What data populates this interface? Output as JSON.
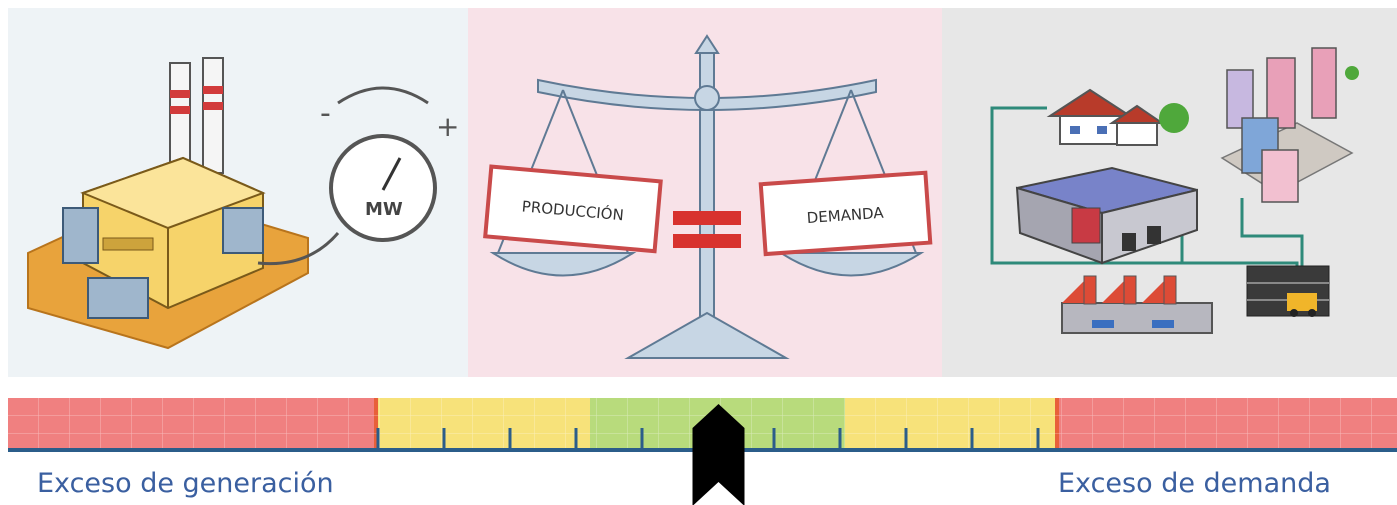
{
  "panels": {
    "generation": {
      "dial_minus": "-",
      "dial_plus": "+",
      "dial_unit": "MW"
    },
    "balance": {
      "left_sign": "PRODUCCIÓN",
      "right_sign": "DEMANDA"
    },
    "demand": {}
  },
  "scale": {
    "segments": [
      "excess",
      "warning",
      "balanced",
      "warning",
      "excess"
    ],
    "indicator_level": 0.5,
    "colors": {
      "excess": "#f08080",
      "warning": "#f7e27a",
      "balanced": "#b8db7c",
      "baseline": "#2b5d8a",
      "indicator": "#000000"
    }
  },
  "captions": {
    "left": "Exceso de generación",
    "right": "Exceso de demanda"
  }
}
